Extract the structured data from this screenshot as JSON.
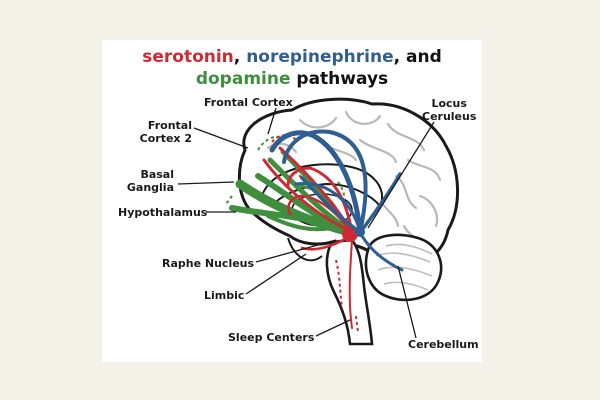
{
  "title": {
    "serotonin": "serotonin",
    "comma1": ", ",
    "norepinephrine": "norepinephrine",
    "and": ", and",
    "dopamine": "dopamine",
    "pathways": " pathways"
  },
  "labels": {
    "frontal_cortex": "Frontal Cortex",
    "frontal_cortex_2_line1": "Frontal",
    "frontal_cortex_2_line2": "Cortex 2",
    "basal_ganglia_line1": "Basal",
    "basal_ganglia_line2": "Ganglia",
    "hypothalamus": "Hypothalamus",
    "raphe_nucleus": "Raphe Nucleus",
    "limbic": "Limbic",
    "sleep_centers": "Sleep Centers",
    "locus_ceruleus_line1": "Locus",
    "locus_ceruleus_line2": "Ceruleus",
    "cerebellum": "Cerebellum"
  },
  "colors": {
    "serotonin": "#cc2b33",
    "norepinephrine": "#2f5f92",
    "dopamine": "#3f8f3f"
  }
}
